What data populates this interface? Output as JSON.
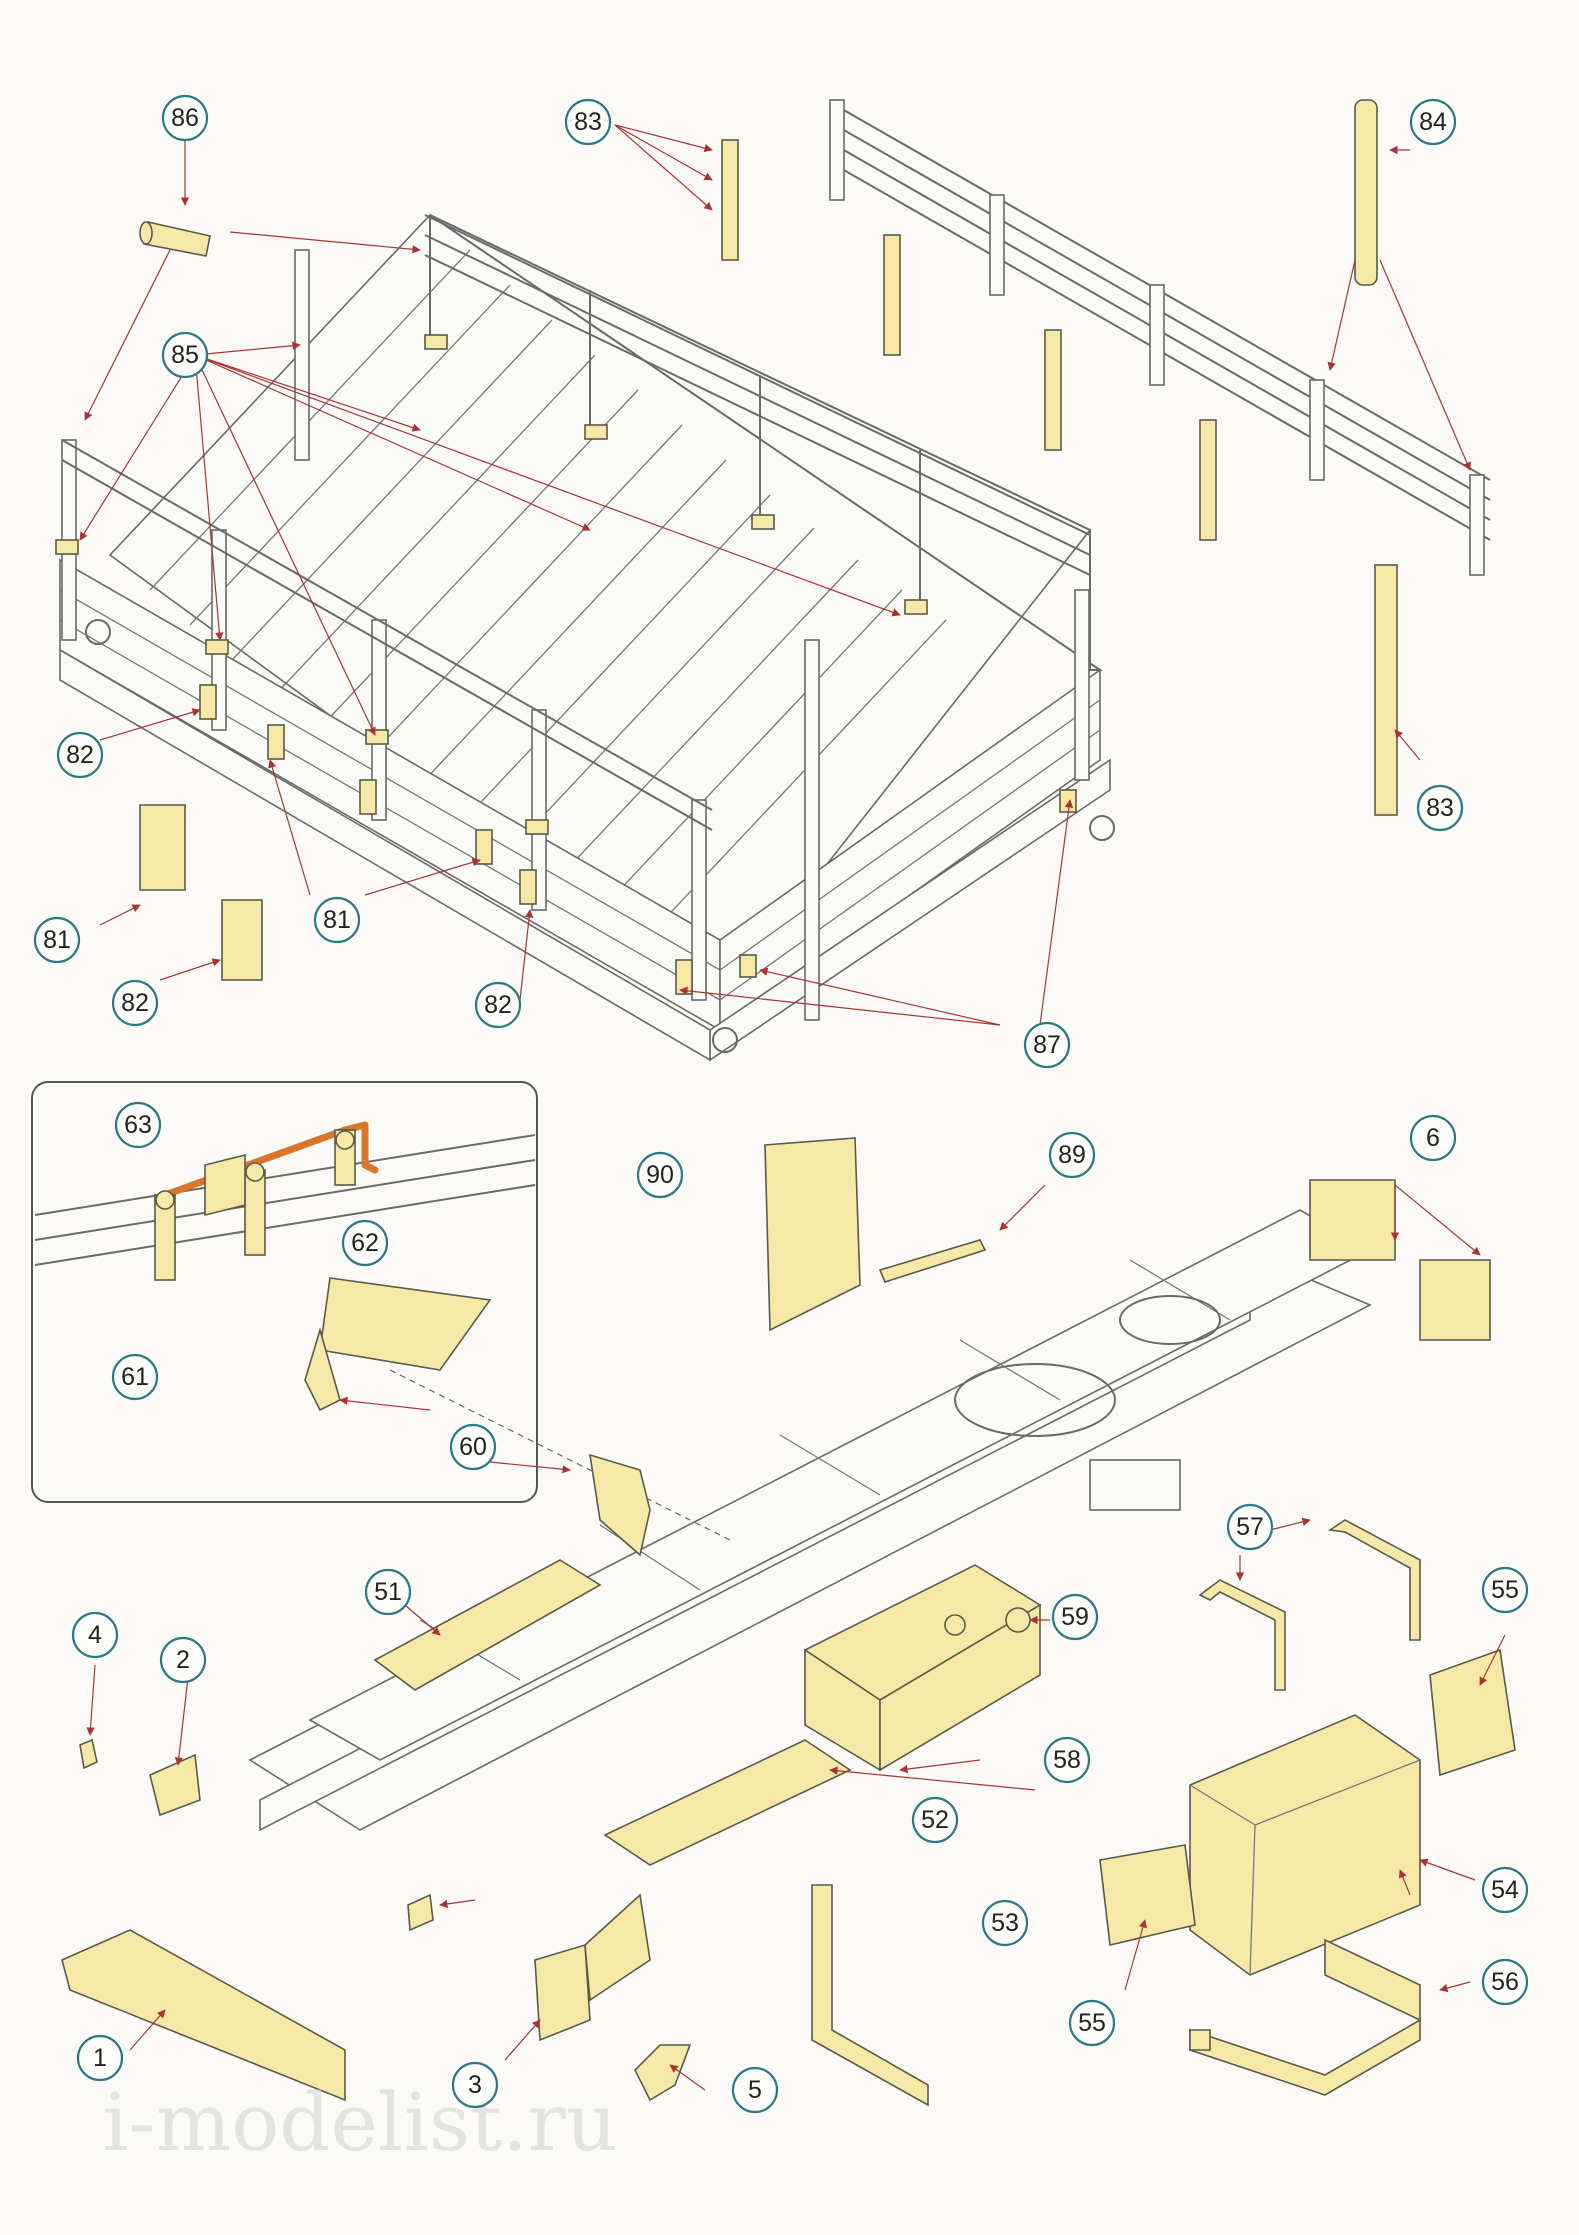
{
  "watermark": "i-modelist.ru",
  "colors": {
    "part_fill": "#f6e9a8",
    "callout_ring": "#2a7a86",
    "leader": "#a83535",
    "bracket_rod": "#d9762b"
  },
  "callouts": {
    "c86": "86",
    "c83a": "83",
    "c84": "84",
    "c85": "85",
    "c83b": "83",
    "c82a": "82",
    "c81a": "81",
    "c81b": "81",
    "c82b": "82",
    "c82c": "82",
    "c87": "87",
    "c63": "63",
    "c62": "62",
    "c61": "61",
    "c60": "60",
    "c90": "90",
    "c89": "89",
    "c6": "6",
    "c51": "51",
    "c57": "57",
    "c59": "59",
    "c55a": "55",
    "c4": "4",
    "c2": "2",
    "c58": "58",
    "c52": "52",
    "c54": "54",
    "c53": "53",
    "c56": "56",
    "c55b": "55",
    "c1": "1",
    "c3": "3",
    "c5": "5"
  }
}
